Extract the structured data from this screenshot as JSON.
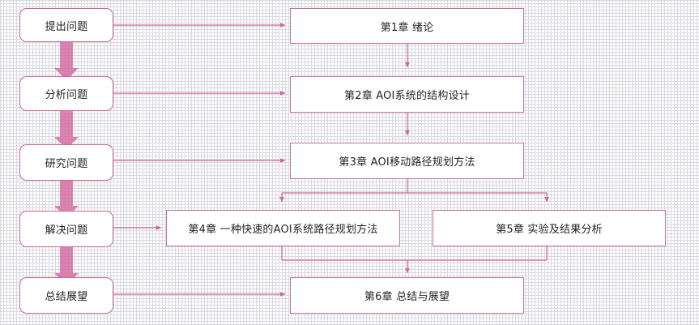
{
  "diagram": {
    "title": "thesis-structure-flowchart",
    "colors": {
      "node_border_left": "#cc6699",
      "node_border_right": "#c4739c",
      "connector": "#cc6699",
      "block_arrow": "#d1639b",
      "text": "#231f20",
      "grid": "#d8d8dd",
      "background": "#ffffff"
    },
    "left_column": [
      {
        "id": "raise",
        "label": "提出问题"
      },
      {
        "id": "analyze",
        "label": "分析问题"
      },
      {
        "id": "research",
        "label": "研究问题"
      },
      {
        "id": "solve",
        "label": "解决问题"
      },
      {
        "id": "summarize",
        "label": "总结展望"
      }
    ],
    "right_column": [
      {
        "id": "ch1",
        "label": "第1章   绪论"
      },
      {
        "id": "ch2",
        "label": "第2章   AOI系统的结构设计"
      },
      {
        "id": "ch3",
        "label": "第3章   AOI移动路径规划方法"
      },
      {
        "id": "ch4",
        "label": "第4章   一种快速的AOI系统路径规划方法"
      },
      {
        "id": "ch5",
        "label": "第5章   实验及结果分析"
      },
      {
        "id": "ch6",
        "label": "第6章   总结与展望"
      }
    ]
  }
}
